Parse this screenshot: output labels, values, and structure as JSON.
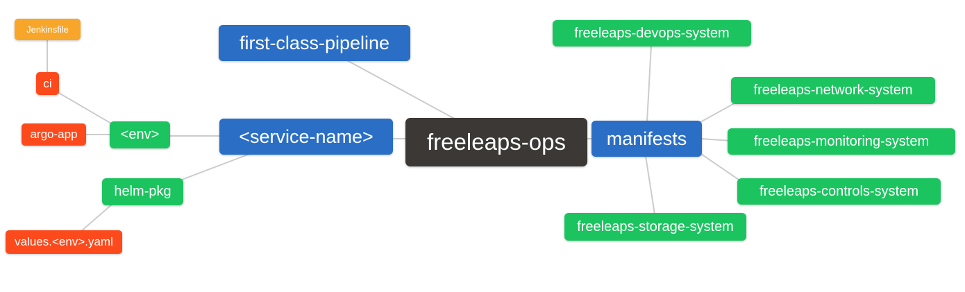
{
  "diagram": {
    "type": "mindmap",
    "root_id": "freeleaps_ops",
    "colors": {
      "root": "#3b3835",
      "level1_blue": "#2a6ec5",
      "level2_green": "#1bc45f",
      "level3_red": "#fc4a1d",
      "level4_orange": "#f8a62a",
      "edge_line": "#cccccc",
      "node_text": "#ffffff",
      "background": "#ffffff"
    },
    "nodes": {
      "freeleaps_ops": {
        "label": "freeleaps-ops",
        "level": 0,
        "parent": null
      },
      "first_class_pipeline": {
        "label": "first-class-pipeline",
        "level": 1,
        "parent": "freeleaps_ops"
      },
      "service_name": {
        "label": "<service-name>",
        "level": 1,
        "parent": "freeleaps_ops"
      },
      "manifests": {
        "label": "manifests",
        "level": 1,
        "parent": "freeleaps_ops"
      },
      "env": {
        "label": "<env>",
        "level": 2,
        "parent": "service_name"
      },
      "helm_pkg": {
        "label": "helm-pkg",
        "level": 2,
        "parent": "service_name"
      },
      "devops_system": {
        "label": "freeleaps-devops-system",
        "level": 2,
        "parent": "manifests"
      },
      "network_system": {
        "label": "freeleaps-network-system",
        "level": 2,
        "parent": "manifests"
      },
      "monitoring_system": {
        "label": "freeleaps-monitoring-system",
        "level": 2,
        "parent": "manifests"
      },
      "controls_system": {
        "label": "freeleaps-controls-system",
        "level": 2,
        "parent": "manifests"
      },
      "storage_system": {
        "label": "freeleaps-storage-system",
        "level": 2,
        "parent": "manifests"
      },
      "ci": {
        "label": "ci",
        "level": 3,
        "parent": "env"
      },
      "argo_app": {
        "label": "argo-app",
        "level": 3,
        "parent": "env"
      },
      "values_env_yaml": {
        "label": "values.<env>.yaml",
        "level": 3,
        "parent": "helm_pkg"
      },
      "jenkinsfile": {
        "label": "Jenkinsfile",
        "level": 4,
        "parent": "ci"
      }
    },
    "edges": [
      [
        "jenkinsfile",
        "ci"
      ],
      [
        "ci",
        "env"
      ],
      [
        "argo_app",
        "env"
      ],
      [
        "env",
        "service_name"
      ],
      [
        "helm_pkg",
        "service_name"
      ],
      [
        "values_env_yaml",
        "helm_pkg"
      ],
      [
        "service_name",
        "freeleaps_ops"
      ],
      [
        "first_class_pipeline",
        "freeleaps_ops"
      ],
      [
        "freeleaps_ops",
        "manifests"
      ],
      [
        "manifests",
        "devops_system"
      ],
      [
        "manifests",
        "network_system"
      ],
      [
        "manifests",
        "monitoring_system"
      ],
      [
        "manifests",
        "controls_system"
      ],
      [
        "manifests",
        "storage_system"
      ]
    ]
  }
}
